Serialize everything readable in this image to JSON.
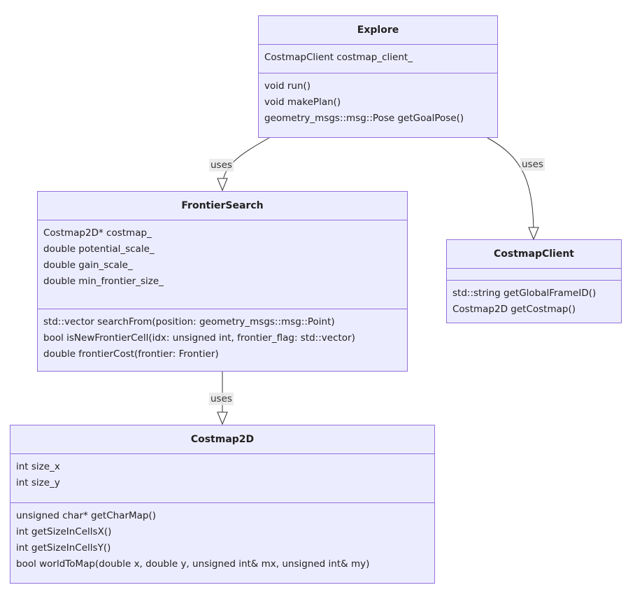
{
  "colors": {
    "box_fill": "#ececff",
    "box_border": "#9370db",
    "edge_stroke": "#333333",
    "label_bg": "#e8e8e8"
  },
  "classes": {
    "explore": {
      "name": "Explore",
      "attributes": [
        "CostmapClient costmap_client_"
      ],
      "methods": [
        "void run()",
        "void makePlan()",
        "geometry_msgs::msg::Pose getGoalPose()"
      ]
    },
    "frontier_search": {
      "name": "FrontierSearch",
      "attributes": [
        "Costmap2D* costmap_",
        "double potential_scale_",
        "double gain_scale_",
        "double min_frontier_size_"
      ],
      "methods": [
        "std::vector searchFrom(position: geometry_msgs::msg::Point)",
        "bool isNewFrontierCell(idx: unsigned int, frontier_flag: std::vector)",
        "double frontierCost(frontier: Frontier)"
      ]
    },
    "costmap_client": {
      "name": "CostmapClient",
      "attributes": [],
      "methods": [
        "std::string getGlobalFrameID()",
        "Costmap2D getCostmap()"
      ]
    },
    "costmap2d": {
      "name": "Costmap2D",
      "attributes": [
        "int size_x",
        "int size_y"
      ],
      "methods": [
        "unsigned char* getCharMap()",
        "int getSizeInCellsX()",
        "int getSizeInCellsY()",
        "bool worldToMap(double x, double y, unsigned int& mx, unsigned int& my)"
      ]
    }
  },
  "relations": [
    {
      "from": "Explore",
      "to": "FrontierSearch",
      "label": "uses"
    },
    {
      "from": "Explore",
      "to": "CostmapClient",
      "label": "uses"
    },
    {
      "from": "FrontierSearch",
      "to": "Costmap2D",
      "label": "uses"
    }
  ]
}
